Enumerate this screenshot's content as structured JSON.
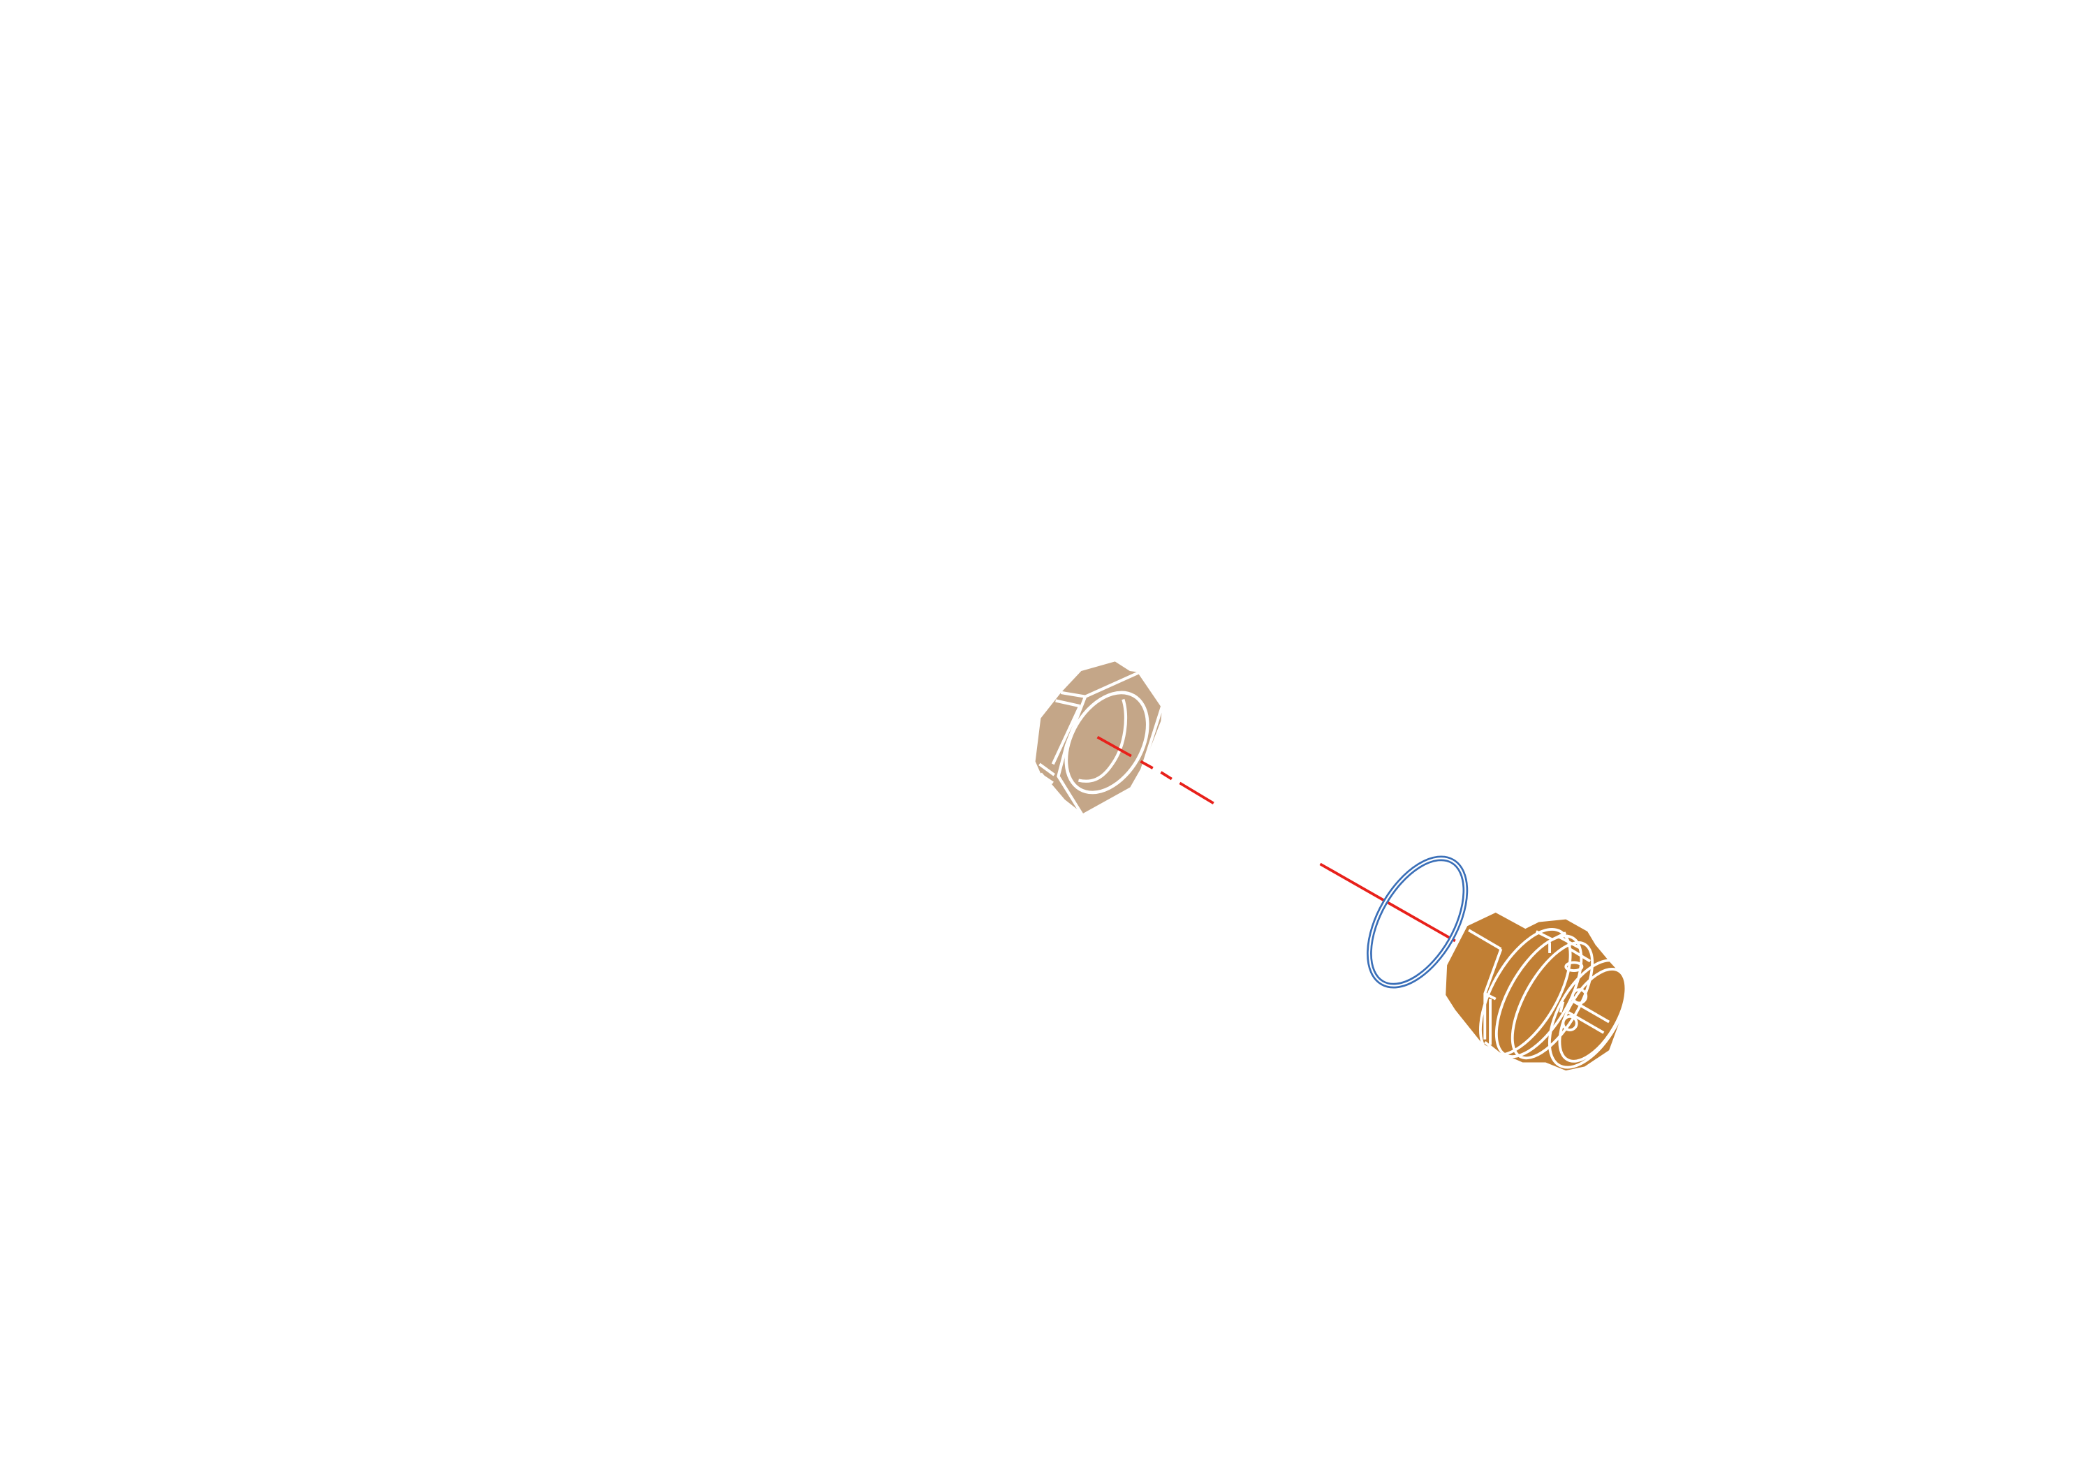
{
  "diagram": {
    "kind": "exploded-view",
    "parts": [
      {
        "id": "lock-nut",
        "icon": "hex-nut-icon",
        "color": "#c4a688"
      },
      {
        "id": "o-ring",
        "icon": "o-ring-icon",
        "color": "#3a6fb8"
      },
      {
        "id": "threaded-fitting",
        "icon": "threaded-fitting-icon",
        "color": "#c17f34"
      }
    ],
    "axis": {
      "color": "#e8201a",
      "style": "dash-dot"
    },
    "outline_color": "#ffffff"
  }
}
